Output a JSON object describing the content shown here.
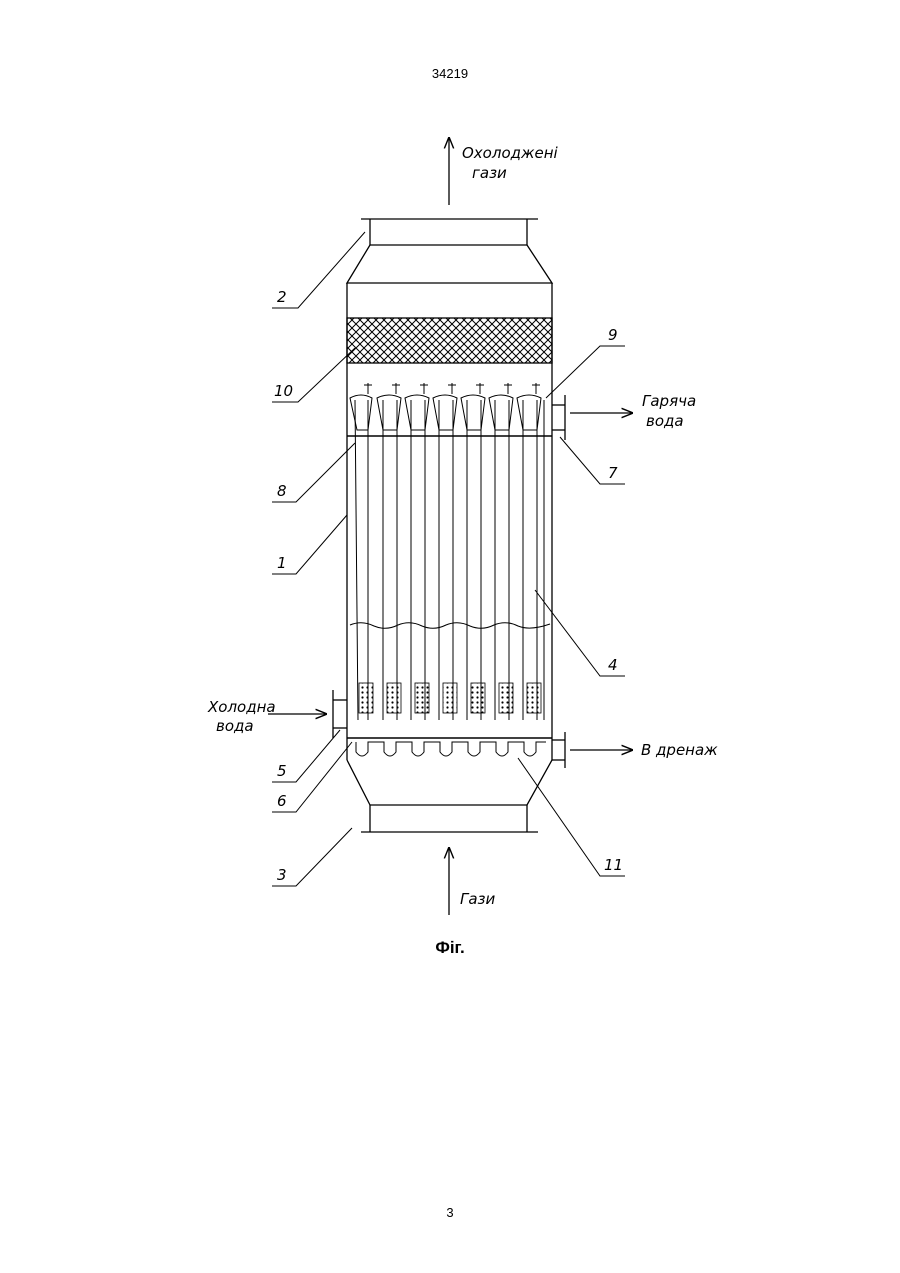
{
  "header": {
    "doc_number": "34219"
  },
  "figure": {
    "caption": "Фіг.",
    "flows": {
      "top_line1": "Охолоджені",
      "top_line2": "гази",
      "hot_line1": "Гаряча",
      "hot_line2": "вода",
      "cold_line1": "Холодна",
      "cold_line2": "вода",
      "drain": "В дренаж",
      "bottom": "Гази"
    },
    "callouts": [
      "1",
      "2",
      "3",
      "4",
      "5",
      "6",
      "7",
      "8",
      "9",
      "10",
      "11"
    ]
  },
  "footer": {
    "page_number": "3"
  }
}
